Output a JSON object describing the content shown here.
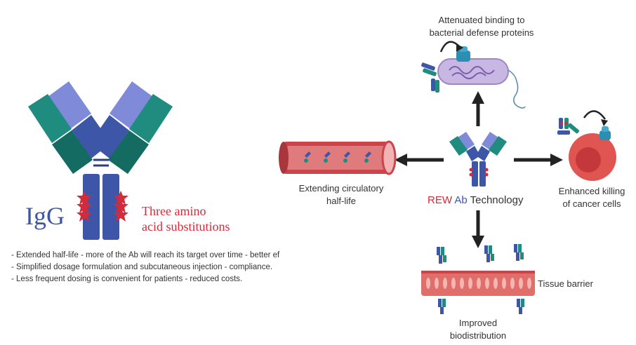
{
  "igg": {
    "label": "IgG",
    "substitutions": [
      "Three amino",
      "acid substitutions"
    ]
  },
  "benefits": [
    "- Extended half-life - more of the Ab will reach its target over time - better ef",
    "- Simplified dosage formulation and subcutaneous injection - compliance.",
    "- Less frequent dosing is convenient for patients - reduced costs."
  ],
  "hub": {
    "prefix": "REW",
    "ab": "Ab",
    "suffix": "Technology"
  },
  "outcomes": {
    "top": [
      "Attenuated binding to",
      "bacterial defense proteins"
    ],
    "left": [
      "Extending circulatory",
      "half-life"
    ],
    "right": [
      "Enhanced killing",
      "of cancer cells"
    ],
    "bottom": [
      "Improved",
      "biodistribution"
    ],
    "tissue": "Tissue barrier"
  },
  "colors": {
    "heavy": "#3d56a8",
    "light_teal": "#1f8c7f",
    "light_teal_dark": "#136b61",
    "light_lilac": "#7f8bd8",
    "star": "#d42a3a",
    "red_text": "#d42a3a",
    "ab_blue": "#3d56a8",
    "arrow": "#222222",
    "vessel": "#c9454b",
    "tissue": "#e06f6c"
  }
}
